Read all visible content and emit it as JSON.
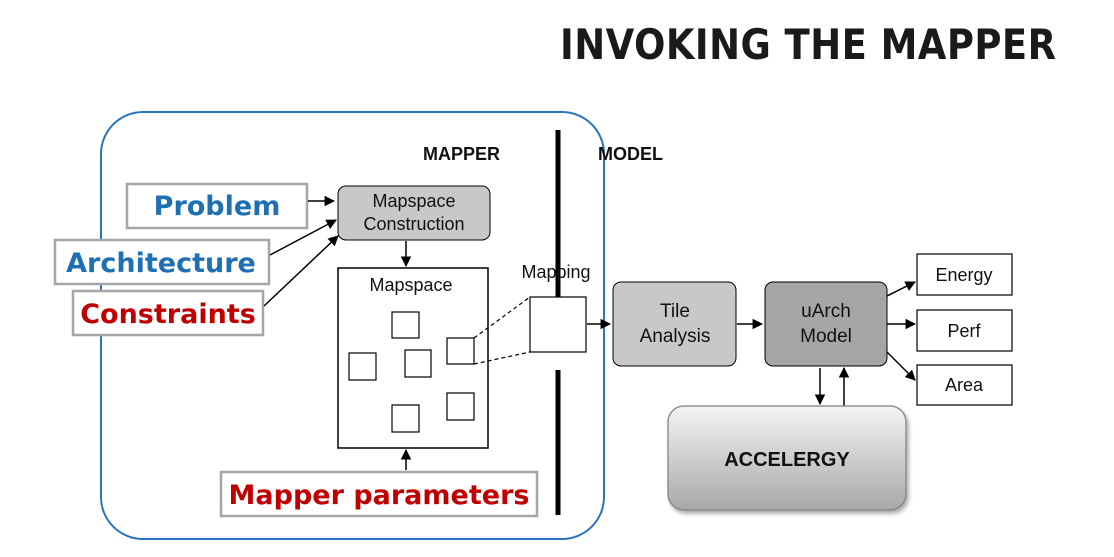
{
  "title": "INVOKING THE MAPPER",
  "sections": {
    "mapper": "MAPPER",
    "model": "MODEL"
  },
  "inputs": {
    "problem": "Problem",
    "architecture": "Architecture",
    "constraints": "Constraints",
    "mapper_parameters": "Mapper parameters"
  },
  "boxes": {
    "mapspace_construction_line1": "Mapspace",
    "mapspace_construction_line2": "Construction",
    "mapspace": "Mapspace",
    "mapping": "Mapping",
    "tile_analysis_line1": "Tile",
    "tile_analysis_line2": "Analysis",
    "uarch_model_line1": "uArch",
    "uarch_model_line2": "Model",
    "accelergy": "ACCELERGY"
  },
  "outputs": {
    "energy": "Energy",
    "perf": "Perf",
    "area": "Area"
  },
  "colors": {
    "blue_text": "#1f6fb4",
    "red_text": "#c00000",
    "frame_blue": "#2a73c0",
    "input_border": "#a6a6a6",
    "box_light": "#c8c8c8",
    "box_dark": "#a6a6a6",
    "accelergy_top": "#f2f2f2",
    "accelergy_bottom": "#a9a9a9"
  }
}
